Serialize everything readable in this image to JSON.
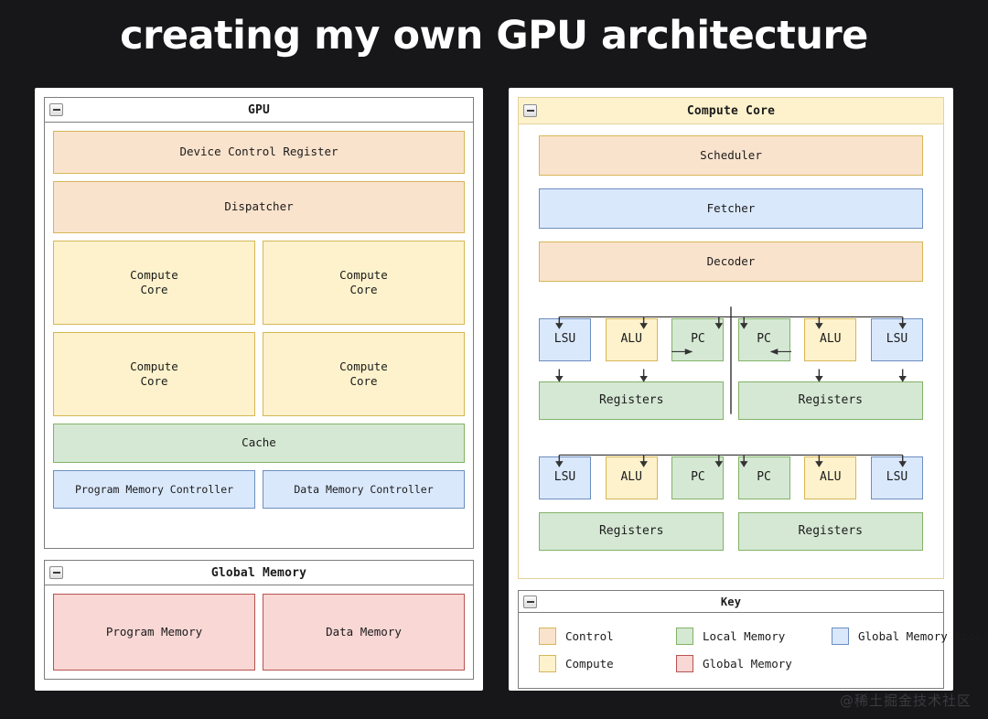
{
  "title": "creating my own GPU architecture",
  "watermark": "@稀土掘金技术社区",
  "icons": {
    "collapse": "collapse-minus-icon"
  },
  "left": {
    "gpu_panel": {
      "header": "GPU",
      "device_control_register": "Device Control Register",
      "dispatcher": "Dispatcher",
      "compute_cores": [
        "Compute\nCore",
        "Compute\nCore",
        "Compute\nCore",
        "Compute\nCore"
      ],
      "cache": "Cache",
      "memory_controllers": [
        "Program Memory Controller",
        "Data Memory Controller"
      ]
    },
    "global_memory_panel": {
      "header": "Global Memory",
      "memories": [
        "Program Memory",
        "Data Memory"
      ]
    }
  },
  "right": {
    "core_panel": {
      "header": "Compute Core",
      "scheduler": "Scheduler",
      "fetcher": "Fetcher",
      "decoder": "Decoder",
      "thread_rows": [
        {
          "left_units": [
            "LSU",
            "ALU",
            "PC"
          ],
          "right_units": [
            "PC",
            "ALU",
            "LSU"
          ],
          "left_registers": "Registers",
          "right_registers": "Registers"
        },
        {
          "left_units": [
            "LSU",
            "ALU",
            "PC"
          ],
          "right_units": [
            "PC",
            "ALU",
            "LSU"
          ],
          "left_registers": "Registers",
          "right_registers": "Registers"
        }
      ]
    },
    "key_panel": {
      "header": "Key",
      "entries": [
        {
          "label": "Control",
          "fill": "#fae3cd",
          "stroke": "#d6b656"
        },
        {
          "label": "Local Memory",
          "fill": "#d5e8d4",
          "stroke": "#82b366"
        },
        {
          "label": "Global Memory Access",
          "fill": "#dae8fc",
          "stroke": "#6c8ebf"
        },
        {
          "label": "Compute",
          "fill": "#fdf2cc",
          "stroke": "#d6b656"
        },
        {
          "label": "Global Memory",
          "fill": "#f8d7d5",
          "stroke": "#b85450"
        }
      ]
    }
  },
  "colors": {
    "background": "#17171a",
    "card": "#ffffff",
    "panel_border": "#7d7d7d",
    "core_border": "#e3d39a",
    "control": "#fae3cd",
    "compute": "#fdf2cc",
    "local_memory": "#d5e8d4",
    "global_memory": "#f8d7d5",
    "global_memory_access": "#dae8fc",
    "arrow": "#333333",
    "title_text": "#ffffff"
  }
}
